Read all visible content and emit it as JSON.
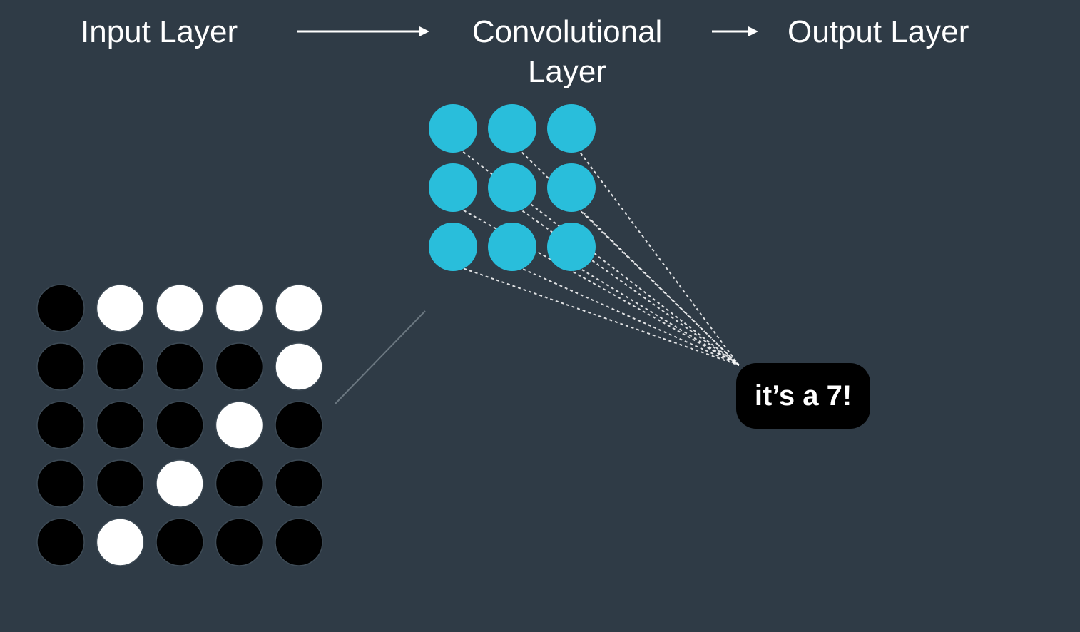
{
  "labels": {
    "input_layer": "Input Layer",
    "convolutional_layer": "Convolutional Layer",
    "output_layer": "Output Layer"
  },
  "input_grid": [
    [
      0,
      1,
      1,
      1,
      1
    ],
    [
      0,
      0,
      0,
      0,
      1
    ],
    [
      0,
      0,
      0,
      1,
      0
    ],
    [
      0,
      0,
      1,
      0,
      0
    ],
    [
      0,
      1,
      0,
      0,
      0
    ]
  ],
  "conv_grid": {
    "rows": 3,
    "cols": 3
  },
  "output": {
    "text": "it’s a 7!"
  },
  "colors": {
    "background": "#2f3b46",
    "node_dark": "#000000",
    "node_light": "#ffffff",
    "conv_node": "#29bedb",
    "arrow": "#ffffff",
    "connection": "#ffffff"
  }
}
